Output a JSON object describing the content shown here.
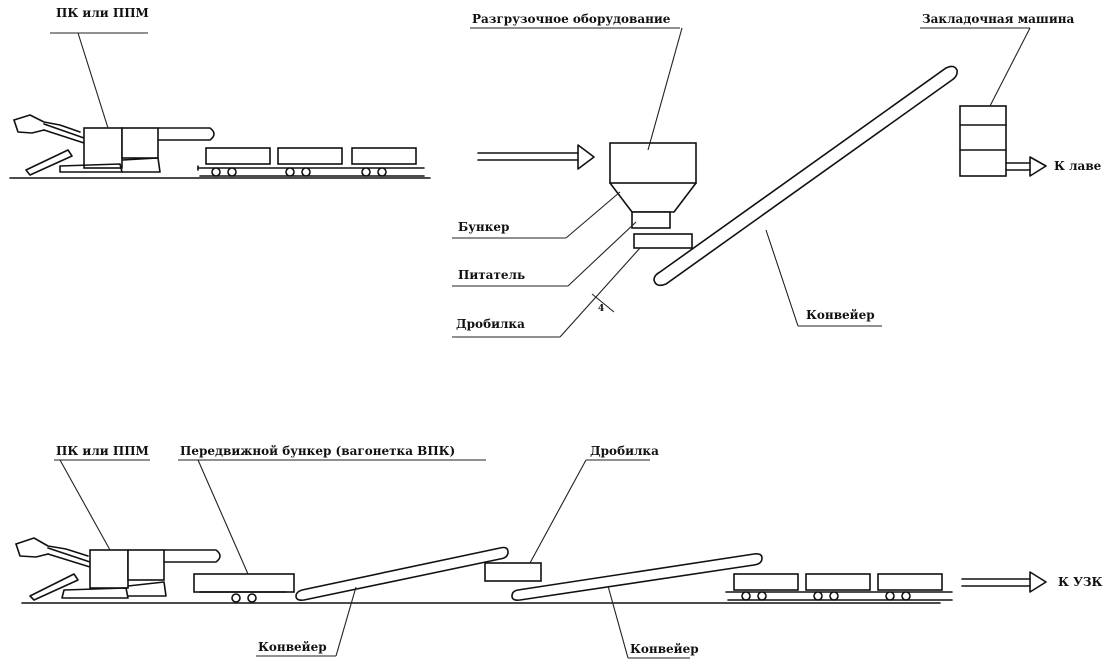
{
  "top": {
    "machine_label": "ПК или ППМ",
    "unloading_label": "Разгрузочное оборудование",
    "filling_machine_label": "Закладочная машина",
    "bunker_label": "Бункер",
    "feeder_label": "Питатель",
    "crusher_label": "Дробилка",
    "conveyor_label": "Конвейер",
    "to_face_label": "К лаве",
    "mark_label": "4"
  },
  "bottom": {
    "machine_label": "ПК или ППМ",
    "mobile_bunker_label": "Передвижной бункер (вагонетка ВПК)",
    "crusher_label": "Дробилка",
    "conveyor1_label": "Конвейер",
    "conveyor2_label": "Конвейер",
    "to_uzk_label": "К УЗК"
  }
}
